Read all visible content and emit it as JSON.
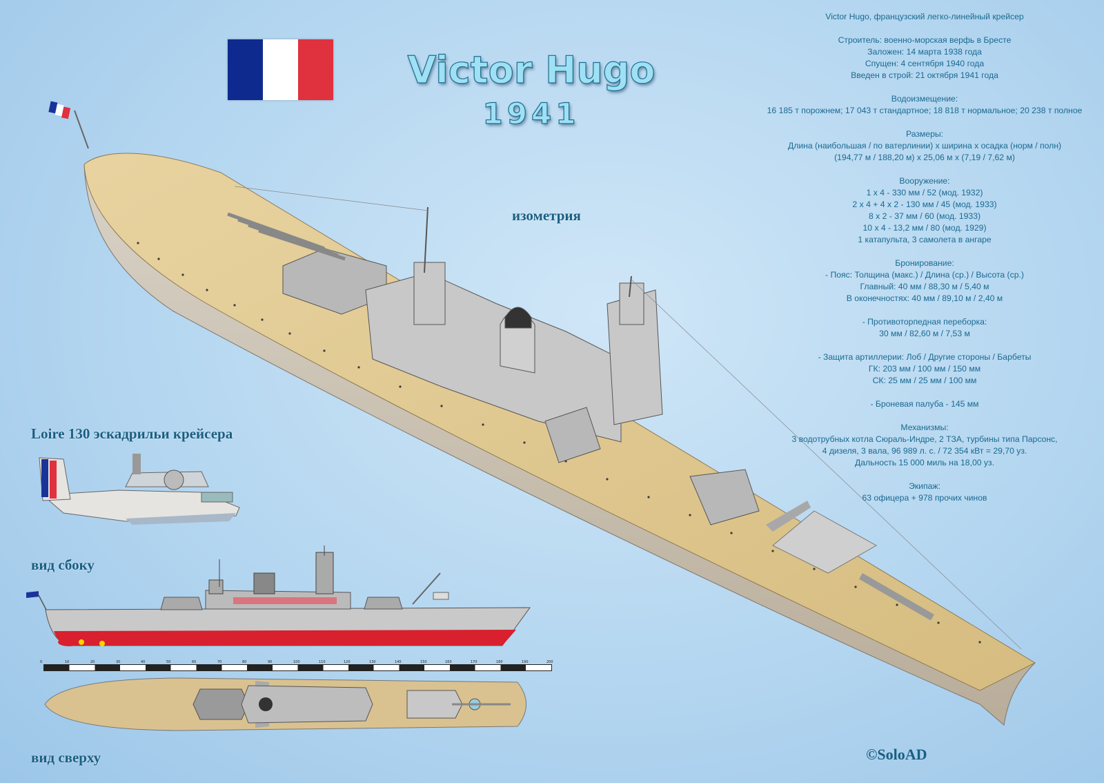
{
  "title": "Victor Hugo",
  "year": "1941",
  "flag_colors": [
    "#0f2a8f",
    "#ffffff",
    "#e0313e"
  ],
  "labels": {
    "isometric": "изометрия",
    "aircraft": "Loire 130 эскадрильи крейсера",
    "side_view": "вид сбоку",
    "top_view": "вид сверху"
  },
  "specs": [
    "Victor Hugo, французский легко-линейный крейсер",
    "",
    "Строитель: военно-морская верфь в Бресте",
    "Заложен: 14 марта 1938 года",
    "Спущен: 4 сентября 1940 года",
    "Введен в строй: 21 октября 1941 года",
    "",
    "Водоизмещение:",
    "16 185 т порожнем; 17 043 т стандартное; 18 818 т нормальное; 20 238 т полное",
    "",
    "Размеры:",
    "Длина (наибольшая / по ватерлинии) х ширина х осадка (норм / полн)",
    "(194,77 м / 188,20 м) х 25,06 м х (7,19 / 7,62 м)",
    "",
    "Вооружение:",
    "1 х 4 - 330 мм / 52 (мод. 1932)",
    "2 х 4 + 4 х 2 - 130 мм / 45 (мод. 1933)",
    "8 х 2 - 37 мм / 60 (мод. 1933)",
    "10 х 4 - 13,2 мм / 80 (мод. 1929)",
    "1 катапульта, 3 самолета в ангаре",
    "",
    "Бронирование:",
    "- Пояс: Толщина (макс.) / Длина (ср.) / Высота (ср.)",
    "Главный: 40 мм / 88,30 м / 5,40 м",
    "В оконечностях: 40 мм / 89,10 м / 2,40 м",
    "",
    "- Противоторпедная переборка:",
    "30 мм / 82,60 м / 7,53 м",
    "",
    "- Защита артиллерии: Лоб / Другие стороны / Барбеты",
    "ГК: 203 мм / 100 мм / 150 мм",
    "СК: 25 мм / 25 мм / 100 мм",
    "",
    "- Броневая палуба - 145 мм",
    "",
    "Механизмы:",
    "3 водотрубных котла Сюраль-Индре, 2 ТЗА, турбины типа Парсонс,",
    "4 дизеля, 3 вала, 96 989 л. с. / 72 354 кВт = 29,70 уз.",
    "Дальность 15 000 миль на 18,00 уз.",
    "",
    "Экипаж:",
    "63 офицера + 978 прочих чинов"
  ],
  "scale_ticks": [
    "0",
    "10",
    "20",
    "30",
    "40",
    "50",
    "60",
    "70",
    "80",
    "90",
    "100",
    "110",
    "120",
    "130",
    "140",
    "150",
    "160",
    "170",
    "180",
    "190",
    "200"
  ],
  "copyright": "©SoloAD"
}
